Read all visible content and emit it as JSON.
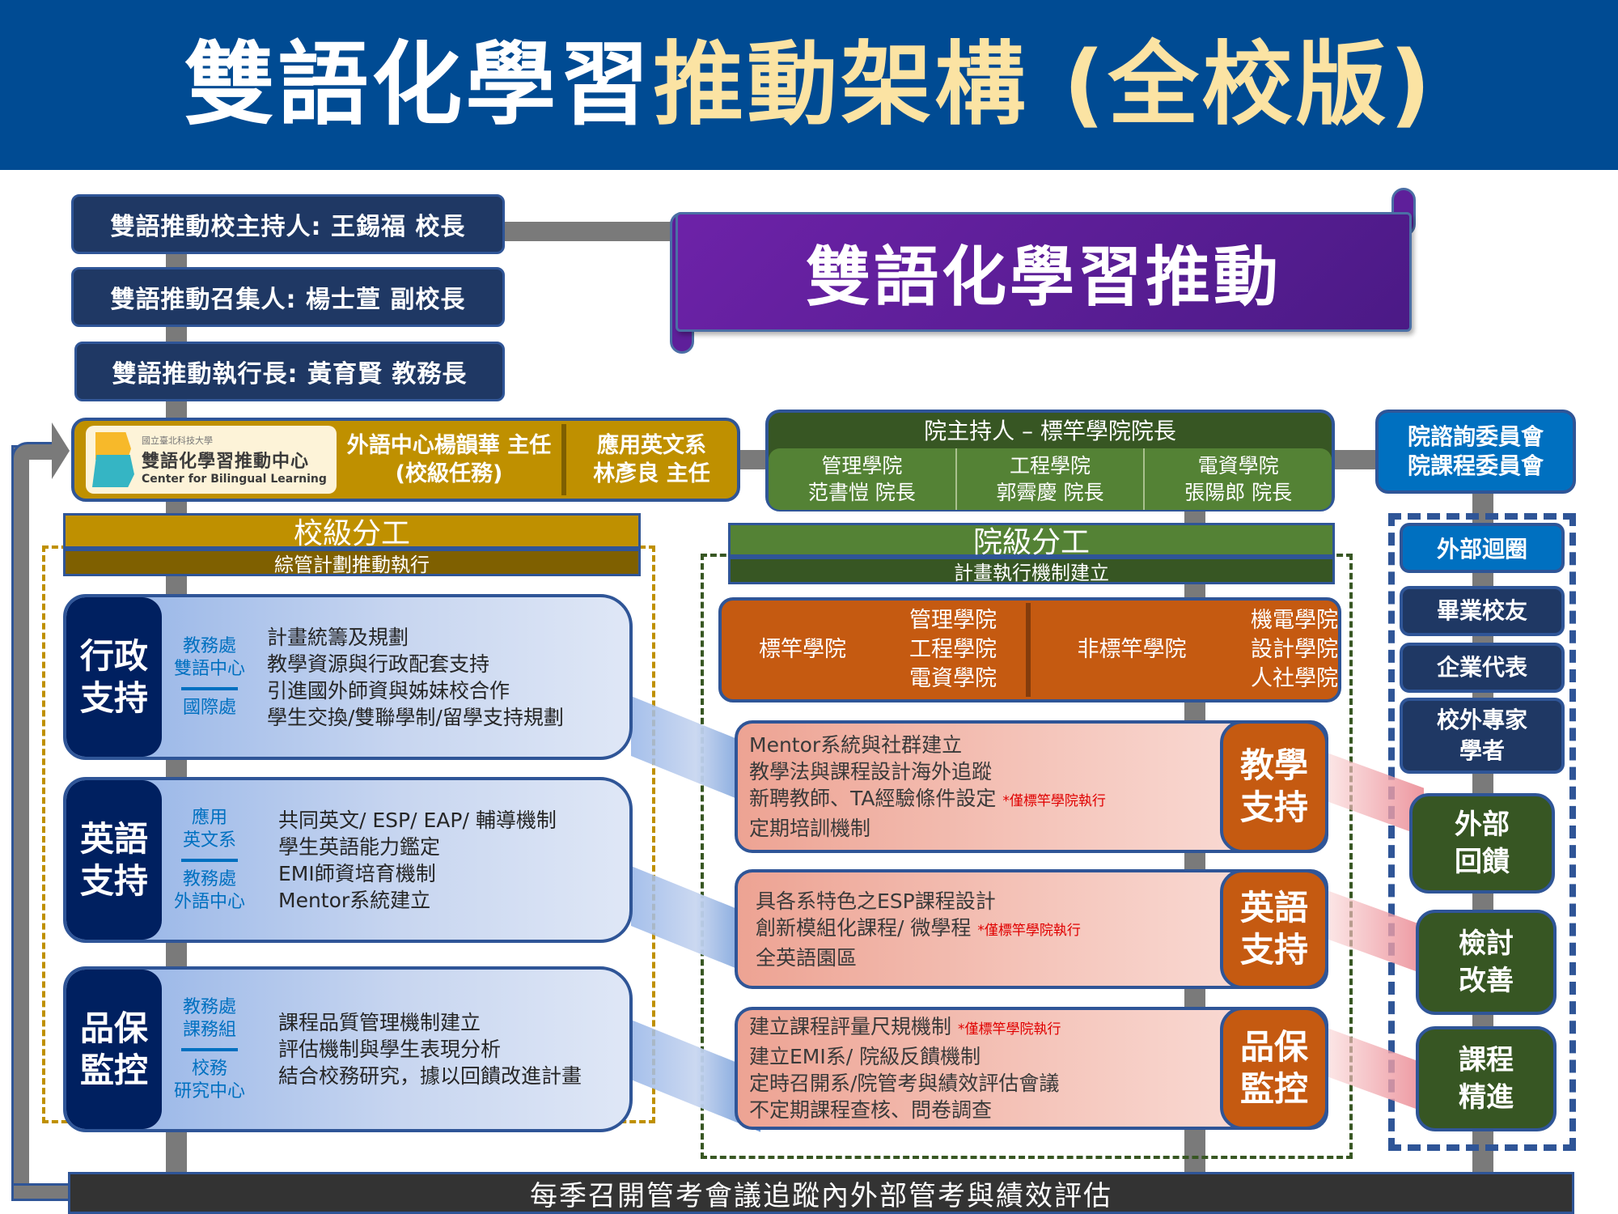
{
  "header": {
    "title_part1": "雙語化學習",
    "title_part2": "推動架構 (全校版)"
  },
  "leaders": [
    {
      "label": "雙語推動校主持人: 王錫福 校長"
    },
    {
      "label": "雙語推動召集人: 楊士萱 副校長"
    },
    {
      "label": "雙語推動執行長: 黃育賢 教務長"
    }
  ],
  "banner": {
    "title": "雙語化學習推動"
  },
  "center": {
    "logo_small": "國立臺北科技大學",
    "logo_title": "雙語化學習推動中心",
    "logo_en": "Center for Bilingual Learning",
    "middle_line1": "外語中心楊韻華 主任",
    "middle_line2": "(校級任務)",
    "right_line1": "應用英文系",
    "right_line2": "林彥良 主任"
  },
  "school_level": {
    "title": "校級分工",
    "subtitle": "綜管計劃推動執行",
    "rows": [
      {
        "label": "行政\n支持",
        "units_top": [
          "教務處",
          "雙語中心"
        ],
        "units_bottom": [
          "國際處"
        ],
        "items": [
          "計畫統籌及規劃",
          "教學資源與行政配套支持",
          "引進國外師資與姊妹校合作",
          "學生交換/雙聯學制/留學支持規劃"
        ]
      },
      {
        "label": "英語\n支持",
        "units_top": [
          "應用",
          "英文系"
        ],
        "units_bottom": [
          "教務處",
          "外語中心"
        ],
        "items": [
          "共同英文/ ESP/ EAP/ 輔導機制",
          "學生英語能力鑑定",
          "EMI師資培育機制",
          "Mentor系統建立"
        ]
      },
      {
        "label": "品保\n監控",
        "units_top": [
          "教務處",
          "課務組"
        ],
        "units_bottom": [
          "校務",
          "研究中心"
        ],
        "items": [
          "課程品質管理機制建立",
          "評估機制與學生表現分析",
          "結合校務研究，據以回饋改進計畫"
        ]
      }
    ]
  },
  "college_head": {
    "title": "院主持人 – 標竿學院院長",
    "deans": [
      {
        "college": "管理學院",
        "dean": "范書愷 院長"
      },
      {
        "college": "工程學院",
        "dean": "郭霽慶 院長"
      },
      {
        "college": "電資學院",
        "dean": "張陽郎 院長"
      }
    ]
  },
  "advisory": {
    "line1": "院諮詢委員會",
    "line2": "院課程委員會"
  },
  "college_level": {
    "title": "院級分工",
    "subtitle": "計畫執行機制建立",
    "groups": {
      "benchmark_label": "標竿學院",
      "benchmark_colleges": [
        "管理學院",
        "工程學院",
        "電資學院"
      ],
      "non_benchmark_label": "非標竿學院",
      "non_benchmark_colleges": [
        "機電學院",
        "設計學院",
        "人社學院"
      ]
    },
    "rows": [
      {
        "label": "教學\n支持",
        "items": [
          {
            "text": "Mentor系統與社群建立",
            "note": ""
          },
          {
            "text": "教學法與課程設計海外追蹤",
            "note": ""
          },
          {
            "text": "新聘教師、TA經驗條件設定",
            "note": "*僅標竿學院執行"
          },
          {
            "text": "定期培訓機制",
            "note": ""
          }
        ]
      },
      {
        "label": "英語\n支持",
        "items": [
          {
            "text": "具各系特色之ESP課程設計",
            "note": ""
          },
          {
            "text": "創新模組化課程/ 微學程",
            "note": "*僅標竿學院執行"
          },
          {
            "text": "全英語園區",
            "note": ""
          }
        ]
      },
      {
        "label": "品保\n監控",
        "items": [
          {
            "text": "建立課程評量尺規機制",
            "note": "*僅標竿學院執行"
          },
          {
            "text": "建立EMI系/ 院級反饋機制",
            "note": ""
          },
          {
            "text": "定時召開系/院管考與績效評估會議",
            "note": ""
          },
          {
            "text": "不定期課程查核、問卷調查",
            "note": ""
          }
        ]
      }
    ]
  },
  "external": {
    "title": "外部迴圈",
    "members": [
      "畢業校友",
      "企業代表",
      "校外專家\n學者"
    ],
    "feedback": [
      "外部\n回饋",
      "檢討\n改善",
      "課程\n精進"
    ]
  },
  "footer": {
    "label": "每季召開管考會議追蹤內外部管考與績效評估"
  },
  "colors": {
    "header_bg": "#004b93",
    "title_highlight": "#fbe3a3",
    "navy": "#002060",
    "leader_bg": "#1f3864",
    "gold": "#bf9000",
    "dark_green": "#375623",
    "green": "#548235",
    "orange": "#c55a11",
    "purple": "#6d22a8",
    "blue": "#0070c0",
    "note_red": "#e00000"
  }
}
